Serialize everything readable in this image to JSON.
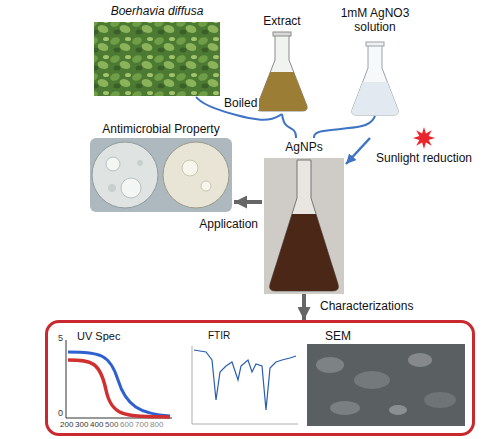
{
  "diagram": {
    "nodes": [
      {
        "text": [
          "Boerhavia diffusa"
        ]
      },
      {
        "text": [
          "Extract"
        ]
      },
      {
        "text": [
          "1mM AgNO3 solution"
        ]
      },
      {
        "text": [
          "Antimicrobial Property"
        ]
      },
      {
        "text": [
          "AgNPs"
        ]
      },
      {
        "text": [
          "Sunlight reduction"
        ]
      },
      {
        "text": [
          "Characterizations"
        ]
      },
      {
        "text": [
          "UV Spec"
        ],
        "in": 6
      },
      {
        "text": [
          "FTIR"
        ],
        "in": 6
      },
      {
        "text": [
          "SEM"
        ],
        "in": 6
      }
    ],
    "edges": [
      {
        "from": 0,
        "to": 1,
        "label": "Boiled",
        "arrow": "none"
      },
      {
        "from": 1,
        "to": 4,
        "arrow": "none"
      },
      {
        "from": 2,
        "to": 4,
        "arrow": "none"
      },
      {
        "from": 5,
        "to": 4,
        "arrow": "to"
      },
      {
        "from": 4,
        "to": 3,
        "label": "Application",
        "arrow": "to"
      },
      {
        "from": 4,
        "to": 6,
        "arrow": "to"
      }
    ],
    "labels": [
      "5",
      "0",
      "200",
      "300",
      "400",
      "500",
      "600",
      "700",
      "800"
    ]
  }
}
